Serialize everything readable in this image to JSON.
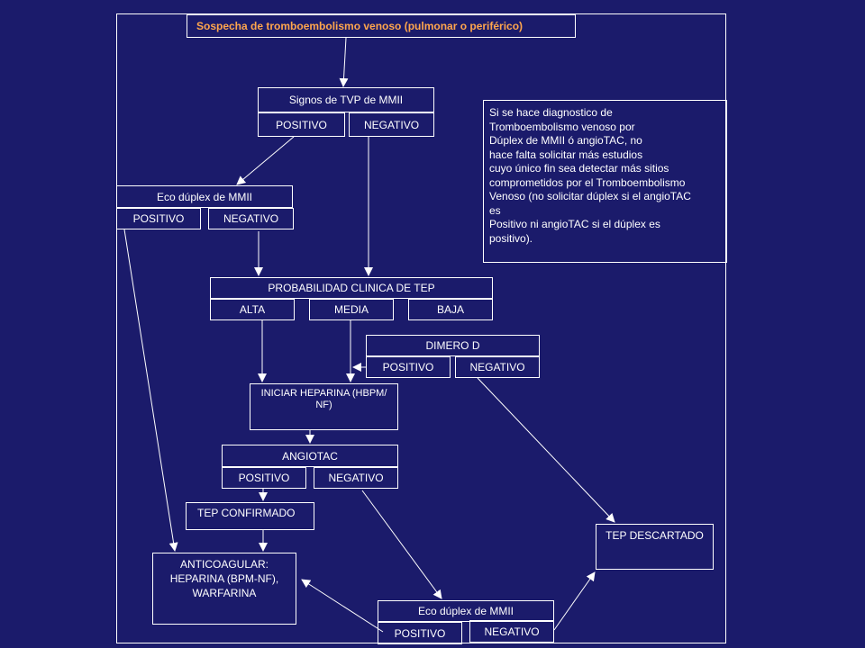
{
  "diagram": {
    "title": "Sospecha de tromboembolismo venoso (pulmonar o periférico)",
    "tvp": {
      "label": "Signos de TVP de MMII",
      "pos": "POSITIVO",
      "neg": "NEGATIVO"
    },
    "eco1": {
      "label": "Eco dúplex de MMII",
      "pos": "POSITIVO",
      "neg": "NEGATIVO"
    },
    "probabilidad": {
      "label": "PROBABILIDAD CLINICA  DE  TEP",
      "alta": "ALTA",
      "media": "MEDIA",
      "baja": "BAJA"
    },
    "dimero": {
      "label": "DIMERO D",
      "pos": "POSITIVO",
      "neg": "NEGATIVO"
    },
    "heparina": "INICIAR HEPARINA (HBPM/\nNF)",
    "angiotac": {
      "label": "ANGIOTAC",
      "pos": "POSITIVO",
      "neg": "NEGATIVO"
    },
    "tep_confirmado": "TEP CONFIRMADO",
    "anticoagular": "ANTICOAGULAR:\nHEPARINA (BPM-NF),\nWARFARINA",
    "tep_descartado": "TEP DESCARTADO",
    "eco2": {
      "label": "Eco dúplex de MMII",
      "pos": "POSITIVO",
      "neg": "NEGATIVO"
    },
    "note": "Si se hace diagnostico de\nTromboembolismo venoso por\nDúplex de MMII  ó angioTAC, no\nhace falta solicitar más estudios\n cuyo único fin sea detectar más sitios\n comprometidos por el Tromboembolismo\nVenoso (no solicitar dúplex si el angioTAC\nes\nPositivo ni angioTAC si el dúplex es\npositivo).",
    "colors": {
      "background": "#1b1b6b",
      "line": "#ffffff",
      "title": "#ffa64d"
    }
  }
}
